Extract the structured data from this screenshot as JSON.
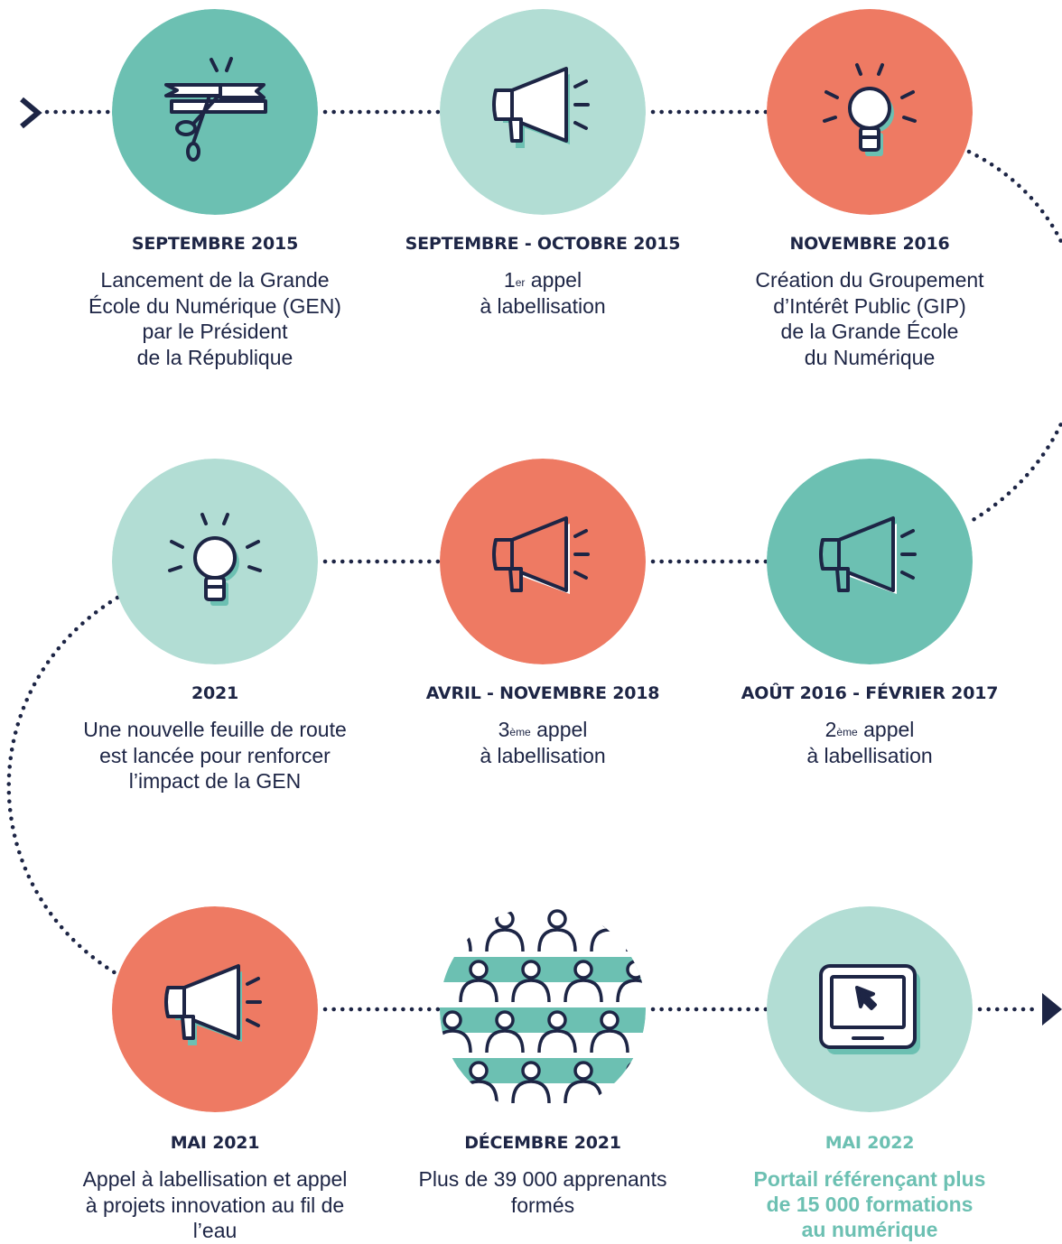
{
  "colors": {
    "navy": "#1d2545",
    "teal": "#6cc0b2",
    "light_teal": "#b2ddd4",
    "coral": "#ee7a63"
  },
  "milestones": [
    {
      "date": "SEPTEMBRE 2015",
      "desc_lines": [
        "Lancement de la Grande",
        "École du Numérique (GEN)",
        "par le Président",
        "de la République"
      ],
      "icon": "ribbon-scissors-icon",
      "color": "#6cc0b2"
    },
    {
      "date": "SEPTEMBRE - OCTOBRE 2015",
      "ordinal": "1",
      "ordinal_sup": "er",
      "line1_rest": " appel",
      "line2": "à labellisation",
      "icon": "megaphone-icon",
      "color": "#b2ddd4"
    },
    {
      "date": "NOVEMBRE 2016",
      "desc_lines": [
        "Création du Groupement",
        "d’Intérêt Public (GIP)",
        "de la Grande École",
        "du Numérique"
      ],
      "icon": "lightbulb-icon",
      "color": "#ee7a63"
    },
    {
      "date": "AOÛT 2016 - FÉVRIER 2017",
      "ordinal": "2",
      "ordinal_sup": "ème",
      "line1_rest": " appel",
      "line2": "à labellisation",
      "icon": "megaphone-icon",
      "color": "#6cc0b2"
    },
    {
      "date": "AVRIL - NOVEMBRE 2018",
      "ordinal": "3",
      "ordinal_sup": "ème",
      "line1_rest": " appel",
      "line2": "à labellisation",
      "icon": "megaphone-icon",
      "color": "#ee7a63"
    },
    {
      "date": "2021",
      "desc_lines": [
        "Une nouvelle feuille de route",
        "est lancée pour renforcer",
        "l’impact de la GEN"
      ],
      "icon": "lightbulb-icon",
      "color": "#b2ddd4"
    },
    {
      "date": "MAI 2021",
      "desc_lines": [
        "Appel à labellisation et appel",
        "à projets innovation au fil de",
        "l’eau"
      ],
      "icon": "megaphone-icon",
      "color": "#ee7a63"
    },
    {
      "date": "DÉCEMBRE 2021",
      "desc_lines": [
        "Plus de 39 000 apprenants",
        "formés"
      ],
      "icon": "people-crowd-icon",
      "color": "#6cc0b2"
    },
    {
      "date": "MAI 2022",
      "desc_lines": [
        "Portail référençant plus",
        "de 15 000 formations",
        "au numérique"
      ],
      "icon": "laptop-cursor-icon",
      "color": "#b2ddd4"
    }
  ]
}
